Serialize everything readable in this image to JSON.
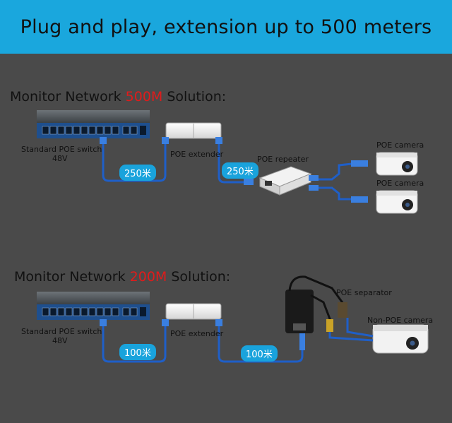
{
  "banner": {
    "title": "Plug and play, extension up to 500 meters"
  },
  "section1": {
    "title_prefix": "Monitor Network ",
    "title_highlight": "500M",
    "title_suffix": " Solution:",
    "switch_label": "Standard POE switch",
    "switch_power": "48V",
    "extender_label": "POE extender",
    "repeater_label": "POE repeater",
    "camera1_label": "POE camera",
    "camera2_label": "POE camera",
    "cable1_length": "250米",
    "cable2_length": "250米"
  },
  "section2": {
    "title_prefix": "Monitor Network ",
    "title_highlight": "200M",
    "title_suffix": " Solution:",
    "switch_label": "Standard POE switch",
    "switch_power": "48V",
    "extender_label": "POE extender",
    "separator_label": "POE separator",
    "camera_label": "Non-POE camera",
    "cable1_length": "100米",
    "cable2_length": "100米"
  },
  "colors": {
    "banner": "#1aa7dd",
    "background": "#4a4a4a",
    "highlight": "#e01b1b",
    "cable": "#1f5fc8",
    "pill": "#19a3dc"
  }
}
